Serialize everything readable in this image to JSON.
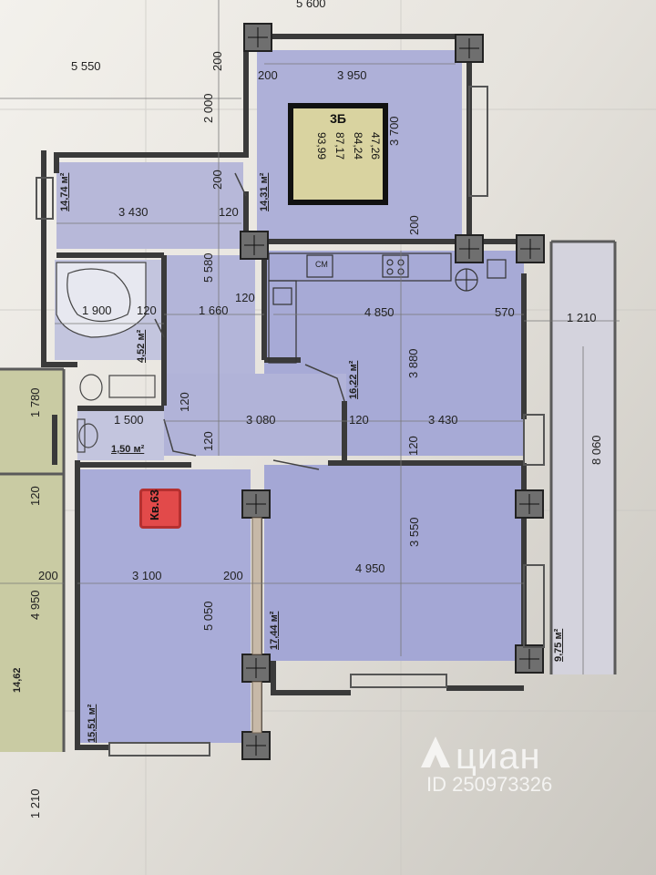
{
  "plan": {
    "apartment_label": "Кв.63",
    "table": {
      "title": "3Б",
      "col1": [
        "93,99",
        "87,17"
      ],
      "col2": [
        "84,24",
        "47,26"
      ]
    },
    "kitchen_label": "СМ",
    "dimensions": {
      "top_5600": "5 600",
      "top_5550": "5 550",
      "top_200a": "200",
      "top_200b": "200",
      "top_3950": "3 950",
      "v_2000": "2 000",
      "v_3700": "3 700",
      "v_200a": "200",
      "v_200b": "200",
      "h_3430a": "3 430",
      "h_120a": "120",
      "v_5580": "5 580",
      "h_1900": "1 900",
      "h_120b": "120",
      "h_1660": "1 660",
      "h_120c": "120",
      "h_4850": "4 850",
      "h_570": "570",
      "h_1210a": "1 210",
      "v_3880": "3 880",
      "v_1780": "1 780",
      "v_120a": "120",
      "h_1500": "1 500",
      "h_3080": "3 080",
      "h_120d": "120",
      "h_3430b": "3 430",
      "v_120b": "120",
      "v_120c": "120",
      "v_8060": "8 060",
      "v_120d": "120",
      "v_3550": "3 550",
      "h_200c": "200",
      "h_3100": "3 100",
      "h_200d": "200",
      "h_4950a": "4 950",
      "v_4950b": "4 950",
      "v_5050": "5 050",
      "v_1210b": "1 210"
    },
    "areas": {
      "a_14_74": "14,74 м²",
      "a_14_31": "14,31 м²",
      "a_4_52": "4,52 м²",
      "a_16_22": "16,22 м²",
      "a_1_50": "1,50 м²",
      "a_17_44": "17,44 м²",
      "a_15_51": "15,51 м²",
      "a_9_75": "9,75 м²",
      "a_14_62": "14,62"
    },
    "watermark": {
      "logo_text": "циан",
      "id_text": "ID 250973326"
    }
  }
}
